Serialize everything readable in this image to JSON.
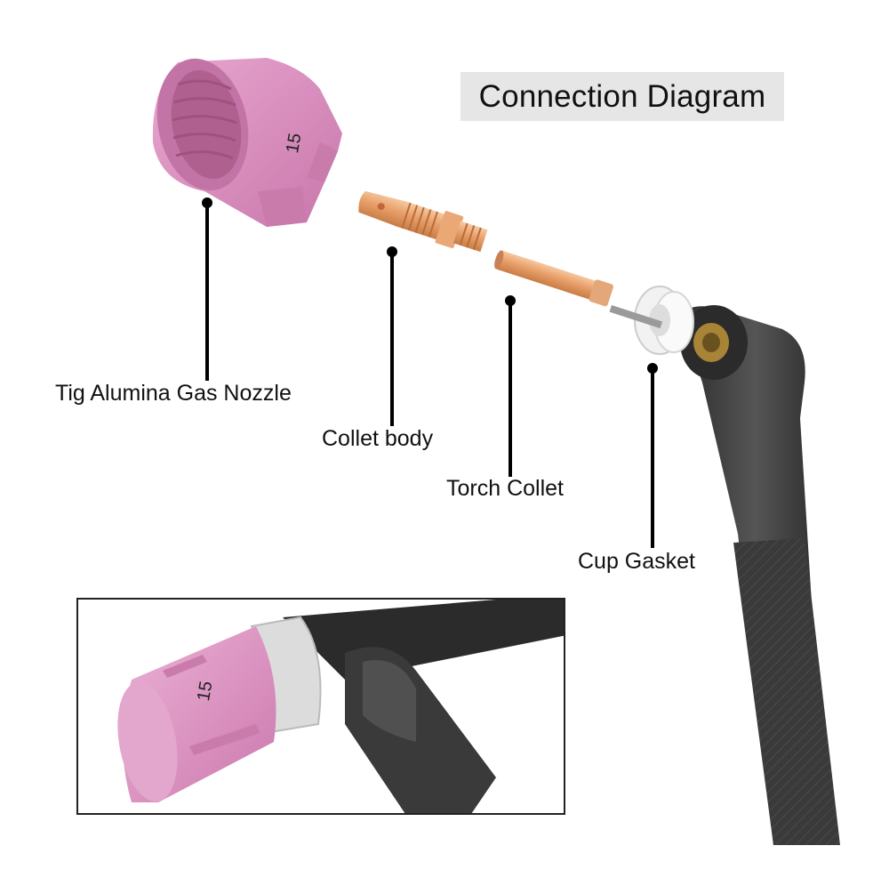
{
  "title": "Connection Diagram",
  "labels": {
    "nozzle": "Tig Alumina Gas Nozzle",
    "collet_body": "Collet body",
    "torch_collet": "Torch Collet",
    "cup_gasket": "Cup Gasket"
  },
  "nozzle_size": "15",
  "inset_nozzle_size": "15",
  "colors": {
    "nozzle": "#d98fbe",
    "copper": "#e8a06a",
    "torch": "#3e3e3e",
    "gasket": "#f2f2f2",
    "title_bg": "#e6e6e6"
  }
}
